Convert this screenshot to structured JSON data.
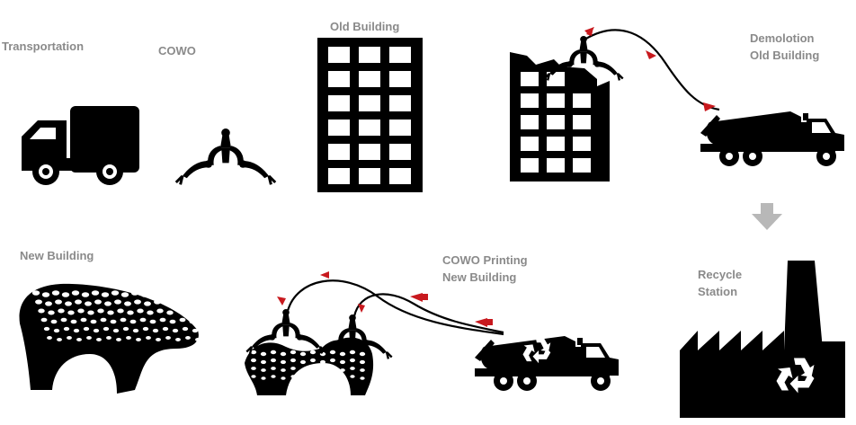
{
  "labels": {
    "transportation": "Transportation",
    "cowo": "COWO",
    "old_building": "Old Building",
    "demolition_line1": "Demolotion",
    "demolition_line2": "Old Building",
    "recycle_line1": "Recycle",
    "recycle_line2": "Station",
    "new_building": "New Building",
    "cowo_printing_line1": "COWO Printing",
    "cowo_printing_line2": "New Building"
  },
  "colors": {
    "label_text": "#8a8a8a",
    "silhouette": "#000000",
    "flow_arrow": "#c8191e",
    "process_arrow": "#b8b8b8",
    "background": "#ffffff"
  },
  "icons": {
    "truck": "delivery-truck-icon",
    "robot": "cowo-robot-claw-icon",
    "old_building": "office-building-icon",
    "demolition_building": "damaged-building-icon",
    "mixer_truck": "concrete-mixer-truck-icon",
    "factory": "factory-icon",
    "recycle": "recycle-icon",
    "shell": "perforated-shell-structure-icon",
    "down_arrow": "down-arrow-icon"
  }
}
